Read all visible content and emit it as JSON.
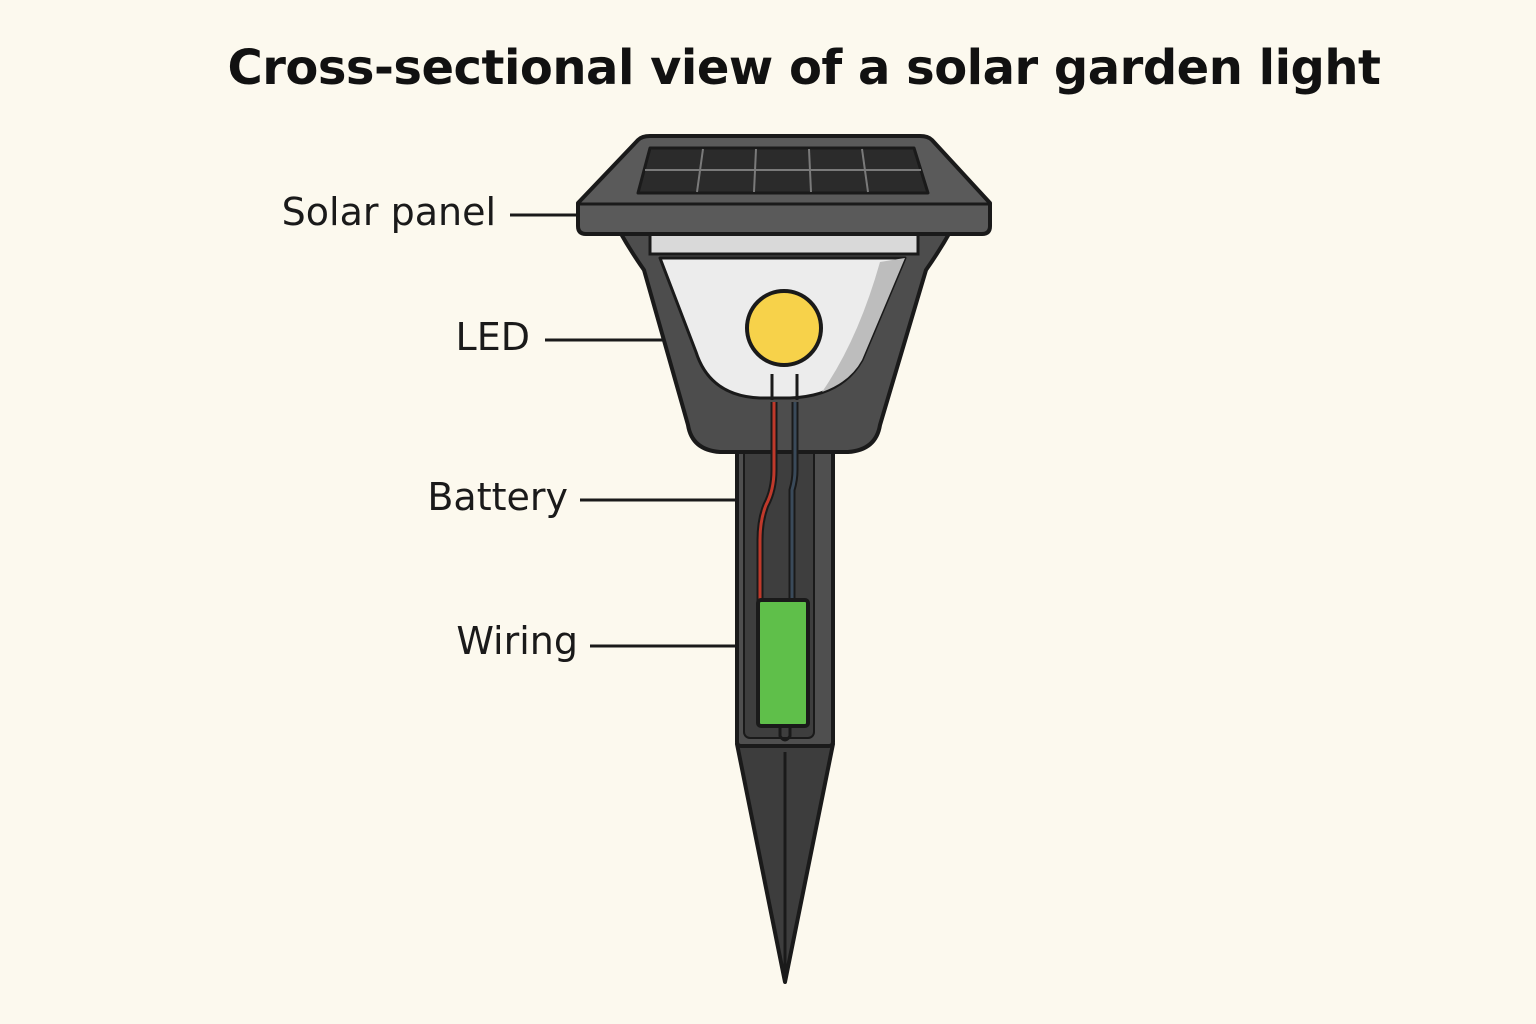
{
  "title": "Cross-sectional view of a solar garden light",
  "labels": {
    "solar_panel": "Solar panel",
    "led": "LED",
    "battery": "Battery",
    "wiring": "Wiring"
  },
  "colors": {
    "background": "#fcf9ee",
    "housing": "#4a4a4a",
    "outline": "#1a1a1a",
    "panel_cell": "#2b2b2b",
    "led": "#f7d24a",
    "battery": "#5fbf4a",
    "wire_positive": "#c0392b",
    "wire_negative": "#222222"
  }
}
